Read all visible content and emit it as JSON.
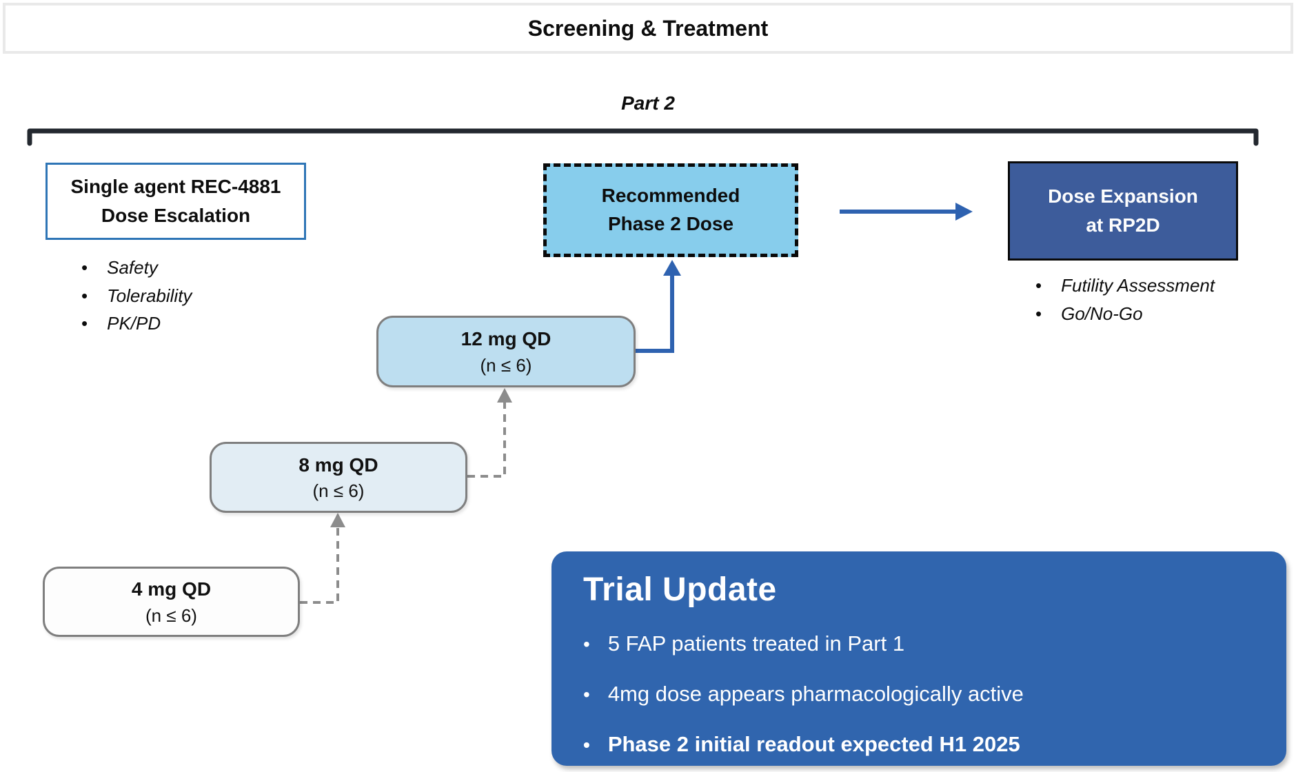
{
  "header": {
    "title": "Screening & Treatment"
  },
  "part2": {
    "label": "Part 2"
  },
  "escalation": {
    "title_line1": "Single agent REC-4881",
    "title_line2": "Dose Escalation",
    "bullets": [
      "Safety",
      "Tolerability",
      "PK/PD"
    ]
  },
  "recommended": {
    "line1": "Recommended",
    "line2": "Phase 2 Dose"
  },
  "expansion": {
    "line1": "Dose Expansion",
    "line2": "at RP2D",
    "bullets": [
      "Futility Assessment",
      "Go/No-Go"
    ]
  },
  "doses": [
    {
      "dose": "4 mg QD",
      "n": "(n ≤ 6)"
    },
    {
      "dose": "8 mg QD",
      "n": "(n ≤ 6)"
    },
    {
      "dose": "12 mg QD",
      "n": "(n ≤ 6)"
    }
  ],
  "trial_update": {
    "title": "Trial Update",
    "bullets": [
      {
        "text": "5 FAP patients treated in Part 1",
        "bold": false
      },
      {
        "text": "4mg dose appears pharmacologically active",
        "bold": false
      },
      {
        "text": "Phase 2 initial readout expected H1 2025",
        "bold": true
      }
    ]
  },
  "colors": {
    "bracket": "#23282f",
    "escalation_border": "#2e75b6",
    "recommended_fill": "#87cdec",
    "expansion_fill": "#3d5c9b",
    "dose12_fill": "#bddef0",
    "dose8_fill": "#e2edf4",
    "dose4_fill": "#fdfdfd",
    "dose_border": "#7f7f7f",
    "connector_blue": "#2e62b0",
    "connector_gray": "#8c8c8c",
    "trial_update_fill": "#3065ae",
    "title_bar_border": "#e9e9e9"
  }
}
